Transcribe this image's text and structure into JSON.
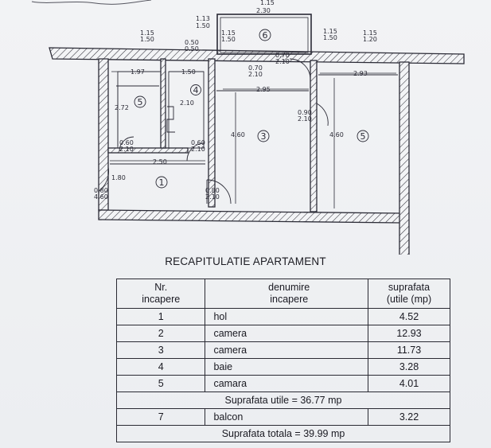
{
  "plan": {
    "rooms": [
      {
        "label": "1"
      },
      {
        "label": "3"
      },
      {
        "label": "4"
      },
      {
        "label": "5"
      },
      {
        "label": "5"
      },
      {
        "label": "6"
      }
    ],
    "dimensions": [
      {
        "text": "1.15"
      },
      {
        "text": "1.50"
      },
      {
        "text": "1.13"
      },
      {
        "text": "1.50"
      },
      {
        "text": "2.30"
      },
      {
        "text": "1.15"
      },
      {
        "text": "1.15"
      },
      {
        "text": "1.50"
      },
      {
        "text": "1.15"
      },
      {
        "text": "1.20"
      },
      {
        "text": "0.50"
      },
      {
        "text": "0.50"
      },
      {
        "text": "1.15"
      },
      {
        "text": "1.50"
      },
      {
        "text": "0.70"
      },
      {
        "text": "2.10"
      },
      {
        "text": "0.70"
      },
      {
        "text": "2.10"
      },
      {
        "text": "1.97"
      },
      {
        "text": "1.50"
      },
      {
        "text": "2.95"
      },
      {
        "text": "2.93"
      },
      {
        "text": "2.72"
      },
      {
        "text": "2.10"
      },
      {
        "text": "0.90"
      },
      {
        "text": "2.10"
      },
      {
        "text": "4.60"
      },
      {
        "text": "4.60"
      },
      {
        "text": "0.60"
      },
      {
        "text": "2.10"
      },
      {
        "text": "0.60"
      },
      {
        "text": "2.10"
      },
      {
        "text": "2.50"
      },
      {
        "text": "1.80"
      },
      {
        "text": "0.80"
      },
      {
        "text": "4.60"
      },
      {
        "text": "0.80"
      },
      {
        "text": "2.10"
      }
    ]
  },
  "recap": {
    "title": "RECAPITULATIE APARTAMENT",
    "headers": {
      "nr": [
        "Nr.",
        "incapere"
      ],
      "name": [
        "denumire",
        "incapere"
      ],
      "area": [
        "suprafata",
        "(utile (mp)"
      ]
    },
    "rows": [
      {
        "nr": "1",
        "name": "hol",
        "area": "4.52"
      },
      {
        "nr": "2",
        "name": "camera",
        "area": "12.93"
      },
      {
        "nr": "3",
        "name": "camera",
        "area": "11.73"
      },
      {
        "nr": "4",
        "name": "baie",
        "area": "3.28"
      },
      {
        "nr": "5",
        "name": "camara",
        "area": "4.01"
      }
    ],
    "utile_total": "Suprafata utile = 36.77 mp",
    "balcony": {
      "nr": "7",
      "name": "balcon",
      "area": "3.22"
    },
    "grand_total": "Suprafata totala = 39.99 mp"
  },
  "colors": {
    "ink": "#2b2b36",
    "paper": "#eef0f2"
  }
}
